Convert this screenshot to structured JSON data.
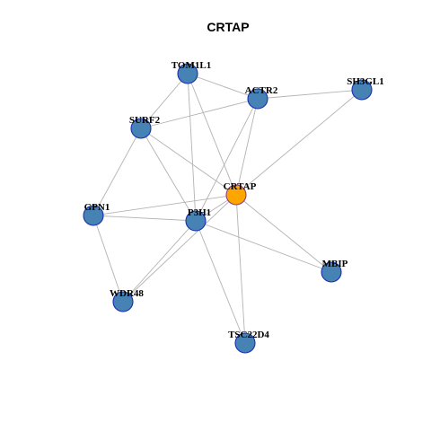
{
  "title": "CRTAP",
  "colors": {
    "node_fill": "#4682b4",
    "node_stroke": "#1a2fb0",
    "center_fill": "#ffa500",
    "center_stroke": "#8c3c8c",
    "edge": "#b3b3b3"
  },
  "nodes": [
    {
      "id": "CRTAP",
      "label": "CRTAP",
      "center": true
    },
    {
      "id": "TOM1L1",
      "label": "TOM1L1"
    },
    {
      "id": "ACTR2",
      "label": "ACTR2"
    },
    {
      "id": "SH3GL1",
      "label": "SH3GL1"
    },
    {
      "id": "SURF2",
      "label": "SURF2"
    },
    {
      "id": "GPN1",
      "label": "GPN1"
    },
    {
      "id": "P3H1",
      "label": "P3H1"
    },
    {
      "id": "MBIP",
      "label": "MBIP"
    },
    {
      "id": "WDR48",
      "label": "WDR48"
    },
    {
      "id": "TSC22D4",
      "label": "TSC22D4"
    }
  ],
  "edges": [
    [
      "TOM1L1",
      "ACTR2"
    ],
    [
      "TOM1L1",
      "SURF2"
    ],
    [
      "TOM1L1",
      "CRTAP"
    ],
    [
      "TOM1L1",
      "P3H1"
    ],
    [
      "ACTR2",
      "SH3GL1"
    ],
    [
      "ACTR2",
      "SURF2"
    ],
    [
      "ACTR2",
      "CRTAP"
    ],
    [
      "ACTR2",
      "P3H1"
    ],
    [
      "SH3GL1",
      "CRTAP"
    ],
    [
      "SURF2",
      "CRTAP"
    ],
    [
      "SURF2",
      "GPN1"
    ],
    [
      "SURF2",
      "P3H1"
    ],
    [
      "CRTAP",
      "GPN1"
    ],
    [
      "CRTAP",
      "P3H1"
    ],
    [
      "CRTAP",
      "MBIP"
    ],
    [
      "CRTAP",
      "WDR48"
    ],
    [
      "CRTAP",
      "TSC22D4"
    ],
    [
      "GPN1",
      "P3H1"
    ],
    [
      "GPN1",
      "WDR48"
    ],
    [
      "P3H1",
      "WDR48"
    ],
    [
      "P3H1",
      "MBIP"
    ],
    [
      "P3H1",
      "TSC22D4"
    ]
  ]
}
